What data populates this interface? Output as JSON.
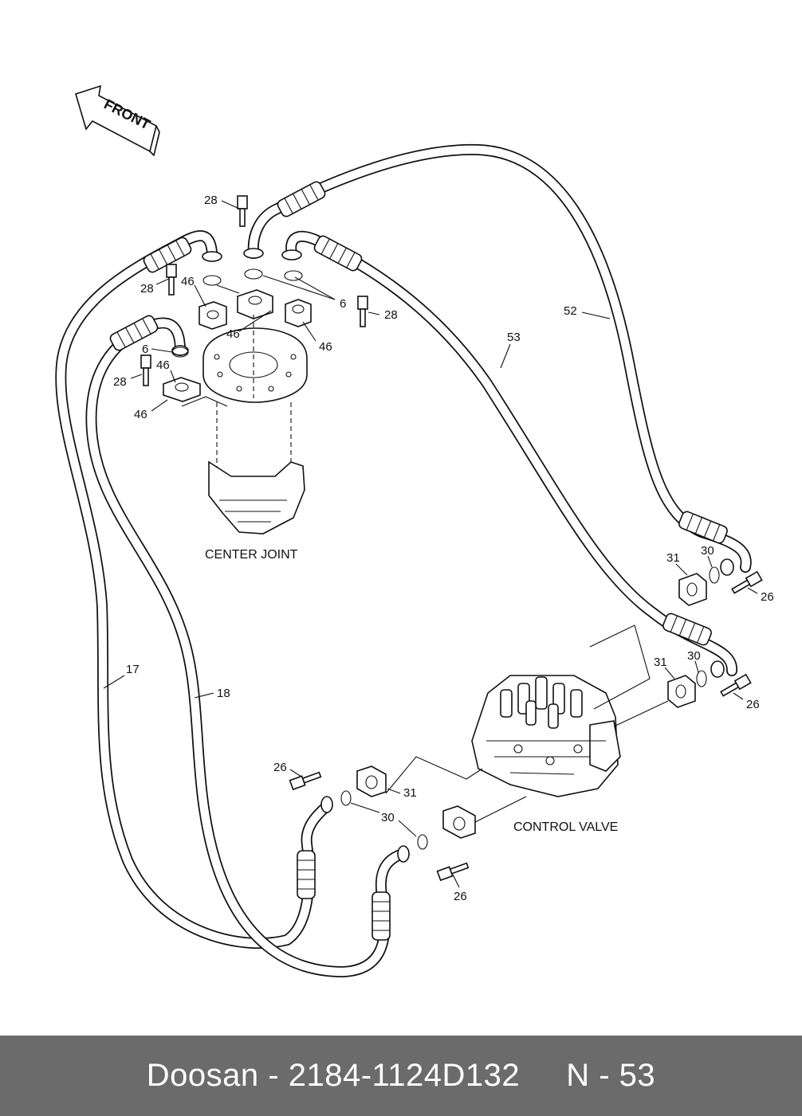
{
  "diagram": {
    "direction_label": "FRONT",
    "captions": {
      "center_joint": "CENTER JOINT",
      "control_valve": "CONTROL VALVE"
    },
    "callouts": [
      "28",
      "28",
      "28",
      "28",
      "46",
      "46",
      "46",
      "46",
      "46",
      "6",
      "6",
      "52",
      "53",
      "17",
      "18",
      "31",
      "31",
      "31",
      "30",
      "30",
      "30",
      "26",
      "26",
      "26",
      "26"
    ]
  },
  "footer": {
    "brand": "Doosan",
    "separator": " - ",
    "part_number": "2184-1124D132",
    "gap": "     ",
    "page_ref": "N - 53"
  }
}
